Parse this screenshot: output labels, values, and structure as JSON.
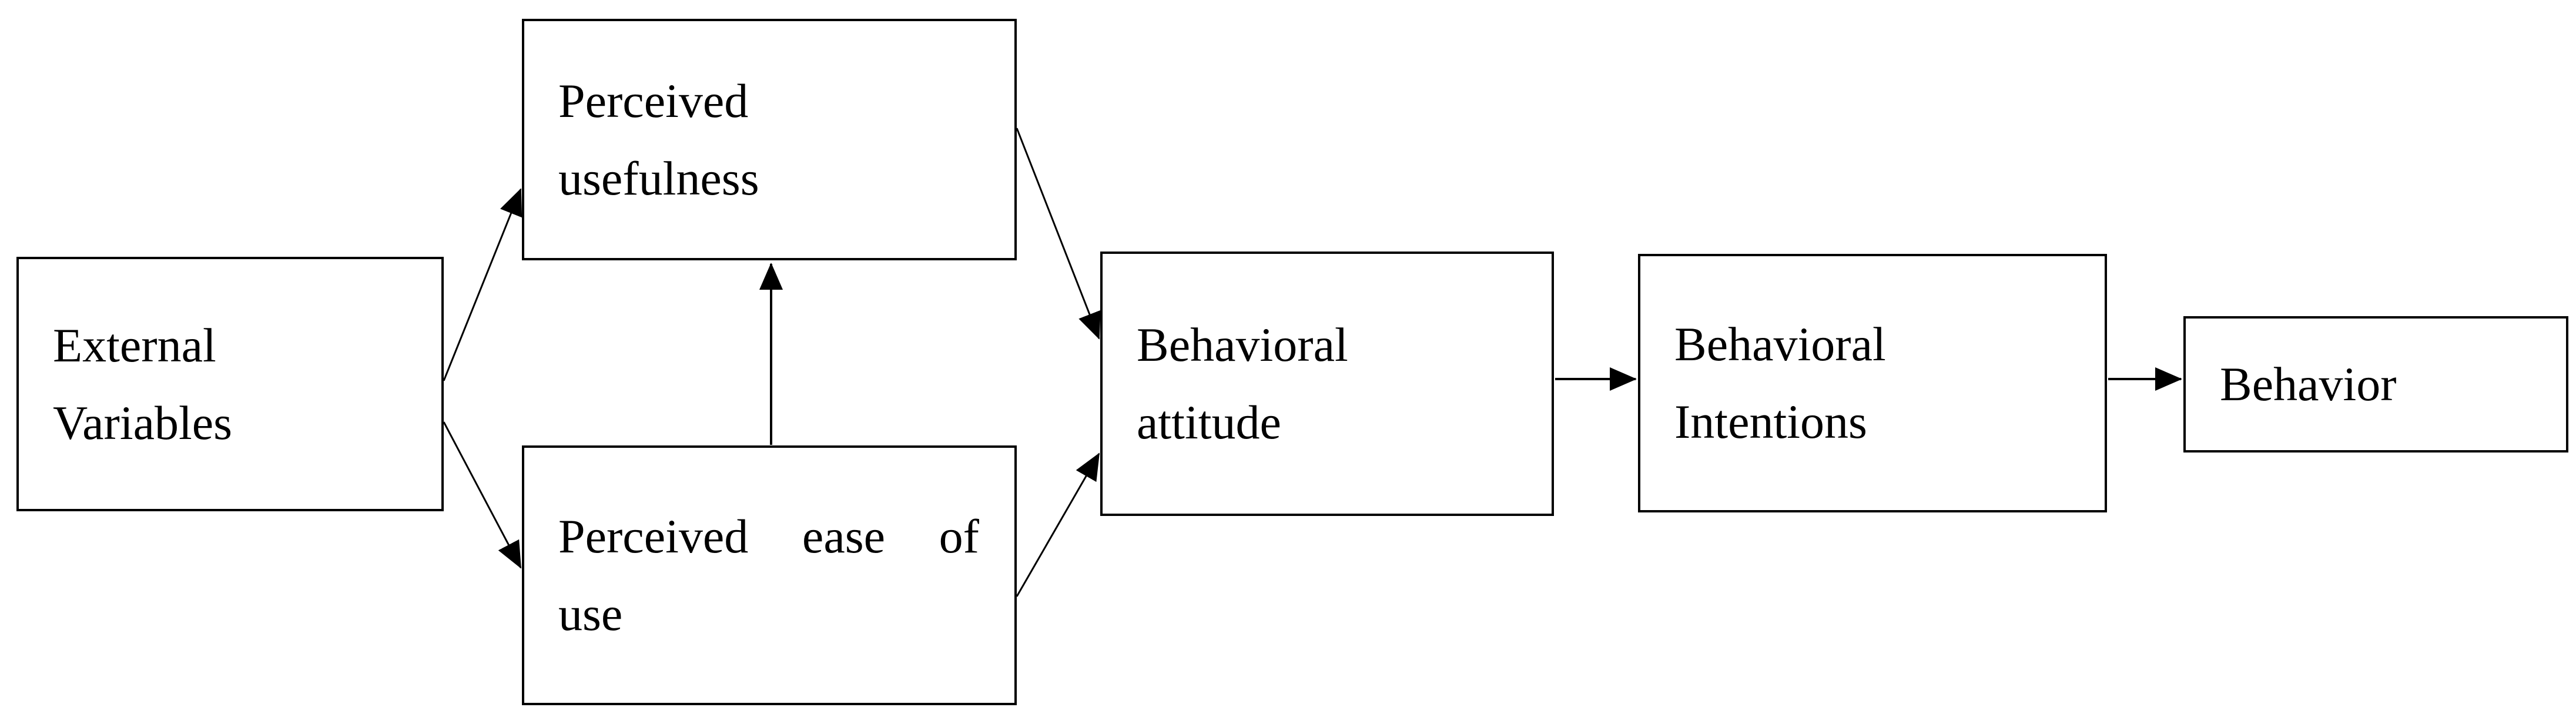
{
  "diagram": {
    "type": "flowchart",
    "description": "Technology acceptance model diagram with rectangular nodes connected by arrows",
    "colors": {
      "background": "#ffffff",
      "node_fill": "#ffffff",
      "node_border": "#000000",
      "arrow": "#000000",
      "text": "#000000"
    },
    "nodes": {
      "external": {
        "label": "External Variables",
        "lines": [
          "External",
          "Variables"
        ]
      },
      "usefulness": {
        "label": "Perceived usefulness",
        "lines": [
          "Perceived",
          "usefulness"
        ]
      },
      "ease": {
        "label": "Perceived ease of use",
        "lines": [
          "Perceived ease of",
          "use"
        ]
      },
      "attitude": {
        "label": "Behavioral attitude",
        "lines": [
          "Behavioral",
          "attitude"
        ]
      },
      "intentions": {
        "label": "Behavioral Intentions",
        "lines": [
          "Behavioral",
          "Intentions"
        ]
      },
      "behavior": {
        "label": "Behavior",
        "lines": [
          "Behavior"
        ]
      }
    },
    "edges": [
      {
        "from": "External Variables",
        "to": "Perceived usefulness",
        "style": "diagonal-up"
      },
      {
        "from": "External Variables",
        "to": "Perceived ease of use",
        "style": "diagonal-down"
      },
      {
        "from": "Perceived ease of use",
        "to": "Perceived usefulness",
        "style": "vertical-up"
      },
      {
        "from": "Perceived usefulness",
        "to": "Behavioral attitude",
        "style": "diagonal-down"
      },
      {
        "from": "Perceived ease of use",
        "to": "Behavioral attitude",
        "style": "diagonal-up"
      },
      {
        "from": "Behavioral attitude",
        "to": "Behavioral Intentions",
        "style": "horizontal"
      },
      {
        "from": "Behavioral Intentions",
        "to": "Behavior",
        "style": "horizontal"
      }
    ]
  }
}
